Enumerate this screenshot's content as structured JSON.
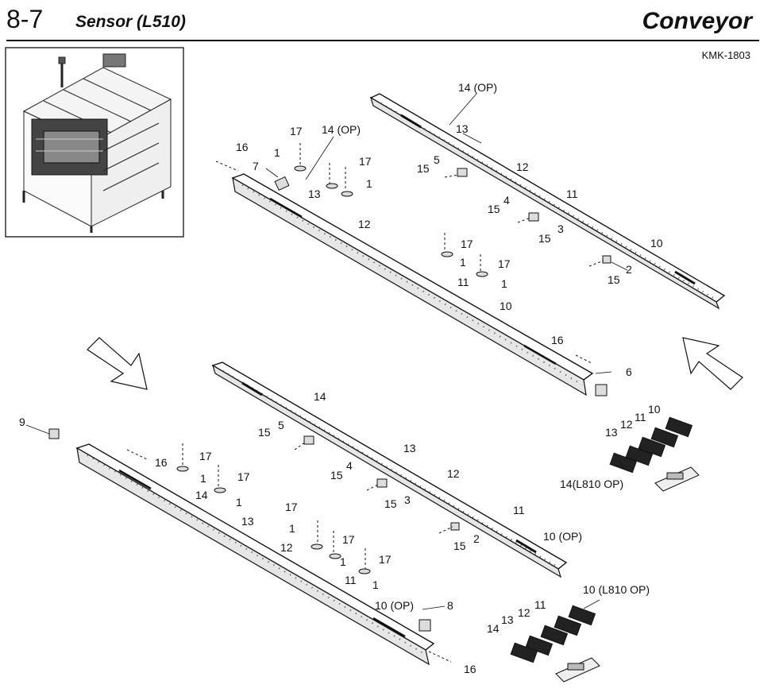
{
  "header": {
    "section_number": "8-7",
    "section_title": "Sensor (L510)",
    "category": "Conveyor",
    "doc_code": "KMK-1803"
  },
  "callouts": {
    "upper_rear": [
      "14 (OP)",
      "13",
      "12",
      "5",
      "15",
      "11",
      "4",
      "15",
      "3",
      "15",
      "10",
      "2",
      "15"
    ],
    "upper_front": [
      "17",
      "14 (OP)",
      "16",
      "1",
      "17",
      "7",
      "1",
      "13",
      "12",
      "17",
      "1",
      "17",
      "11",
      "1",
      "10",
      "16",
      "6"
    ],
    "lower_rear": [
      "14",
      "15",
      "5",
      "13",
      "12",
      "4",
      "15",
      "3",
      "15",
      "11",
      "10 (OP)",
      "2",
      "15"
    ],
    "lower_front": [
      "9",
      "16",
      "17",
      "17",
      "1",
      "14",
      "1",
      "13",
      "17",
      "1",
      "17",
      "12",
      "1",
      "11",
      "17",
      "1",
      "10 (OP)",
      "8",
      "16"
    ],
    "sensor_set_top": [
      "10",
      "11",
      "12",
      "13",
      "14(L810 OP)"
    ],
    "sensor_set_bottom": [
      "10 (L810 OP)",
      "11",
      "12",
      "13",
      "14"
    ]
  },
  "icons": {
    "arrow_in": "arrow-down-right",
    "arrow_out": "arrow-up-left",
    "machine": "machine-isometric"
  }
}
